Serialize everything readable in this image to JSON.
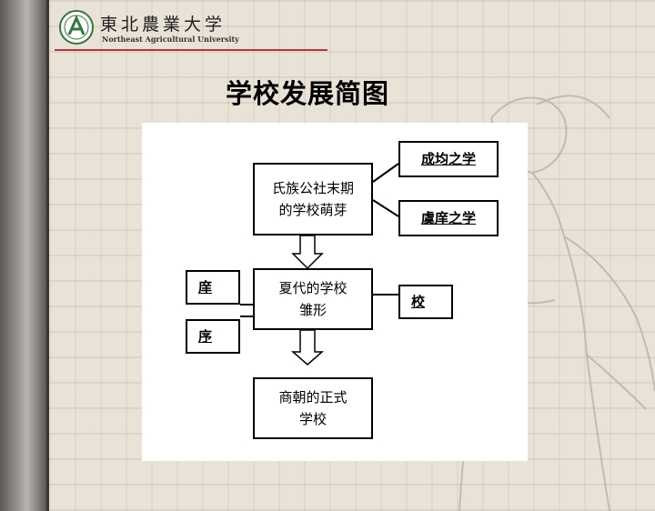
{
  "header": {
    "university_cn": "東北農業大学",
    "university_en": "Northeast Agricultural University"
  },
  "title": "学校发展简图",
  "diagram": {
    "nodes": {
      "clan": "氏族公社末期\n的学校萌芽",
      "chengjun": "成均之学",
      "yuxiang": "虞庠之学",
      "xia": "夏代的学校\n雏形",
      "xiang": "庠",
      "xu": "序",
      "jiao": "校",
      "shang": "商朝的正式\n学校"
    }
  }
}
